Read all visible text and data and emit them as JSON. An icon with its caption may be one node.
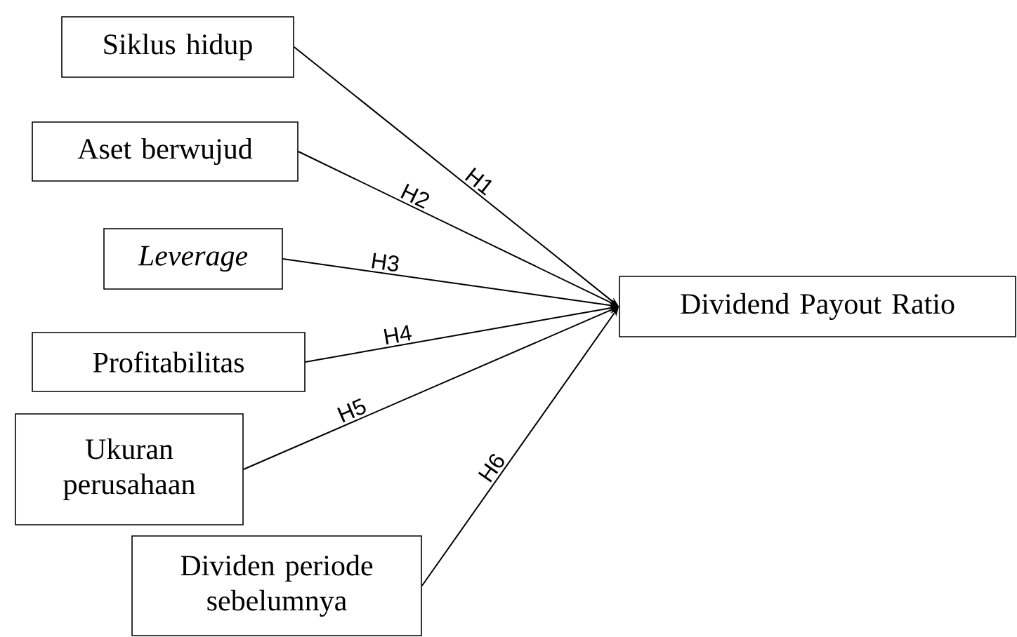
{
  "diagram": {
    "nodes": [
      {
        "text": [
          "Siklus hidup"
        ]
      },
      {
        "text": [
          "Aset berwujud"
        ]
      },
      {
        "text": [
          "Leverage"
        ]
      },
      {
        "text": [
          "Profitabilitas"
        ]
      },
      {
        "text": [
          "Ukuran perusahaan"
        ]
      },
      {
        "text": [
          "Dividen periode sebelumnya"
        ]
      },
      {
        "text": [
          "Dividend Payout Ratio"
        ]
      }
    ],
    "edges": [
      {
        "from": 0,
        "to": 6,
        "arrow": "to",
        "label": "H1"
      },
      {
        "from": 1,
        "to": 6,
        "arrow": "to",
        "label": "H2"
      },
      {
        "from": 2,
        "to": 6,
        "arrow": "to",
        "label": "H3"
      },
      {
        "from": 3,
        "to": 6,
        "arrow": "to",
        "label": "H4"
      },
      {
        "from": 4,
        "to": 6,
        "arrow": "to",
        "label": "H5"
      },
      {
        "from": 5,
        "to": 6,
        "arrow": "to",
        "label": "H6"
      }
    ]
  }
}
